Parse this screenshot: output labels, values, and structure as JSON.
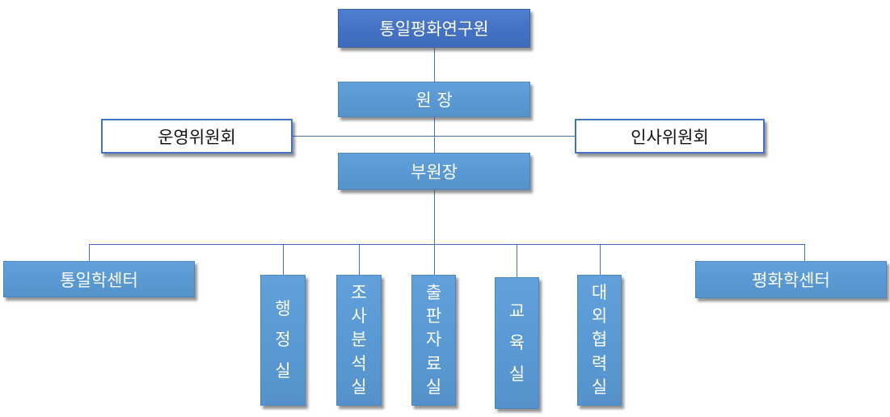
{
  "org_chart": {
    "top": "통일평화연구원",
    "director": "원 장",
    "left_committee": "운영위원회",
    "right_committee": "인사위원회",
    "deputy": "부원장",
    "left_center": "통일학센터",
    "right_center": "평화학센터",
    "offices": [
      {
        "label": "행정실",
        "chars": [
          "행",
          "정",
          "실"
        ]
      },
      {
        "label": "조사분석실",
        "chars": [
          "조",
          "사",
          "분",
          "석",
          "실"
        ]
      },
      {
        "label": "출판자료실",
        "chars": [
          "출",
          "판",
          "자",
          "료",
          "실"
        ]
      },
      {
        "label": "교육실",
        "chars": [
          "교",
          "육",
          "실"
        ]
      },
      {
        "label": "대외협력실",
        "chars": [
          "대",
          "외",
          "협",
          "력",
          "실"
        ]
      }
    ],
    "colors": {
      "top_box": "#4472C4",
      "box": "#5B9BD5",
      "outline": "#4472C4",
      "connector": "#4A6FB5"
    }
  }
}
